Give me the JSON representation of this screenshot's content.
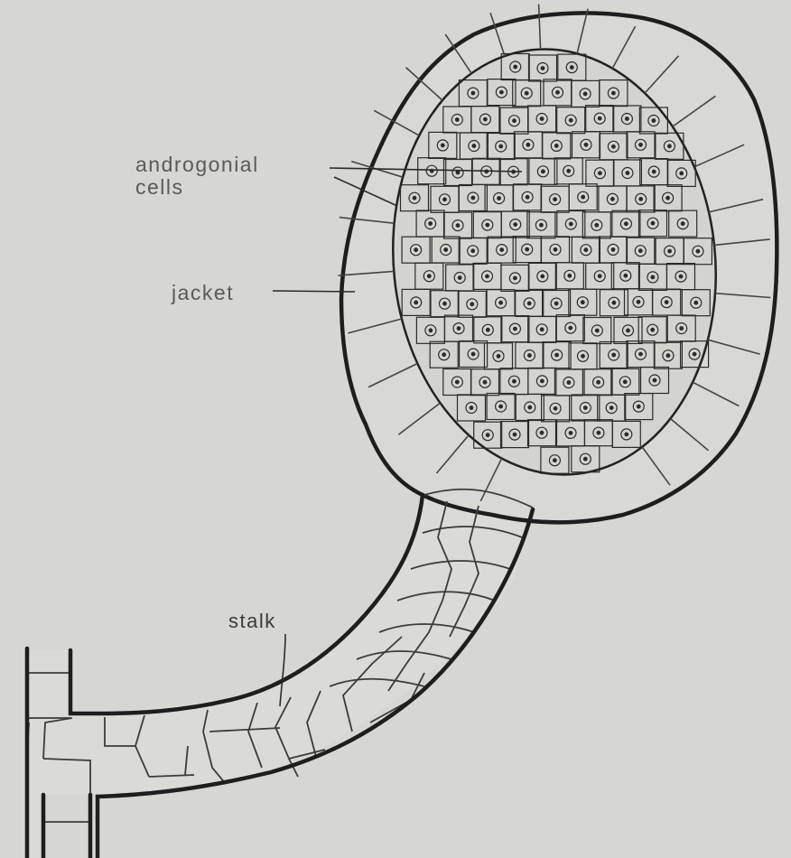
{
  "diagram": {
    "labels": {
      "androgonial_line1": "androgonial",
      "androgonial_line2": "cells",
      "jacket": "jacket",
      "stalk": "stalk"
    },
    "colors": {
      "background": "#d6d7d2",
      "outline": "#1e1e1e",
      "cell_wall": "#3b3b3b",
      "label_text": "#5a5a58"
    }
  }
}
